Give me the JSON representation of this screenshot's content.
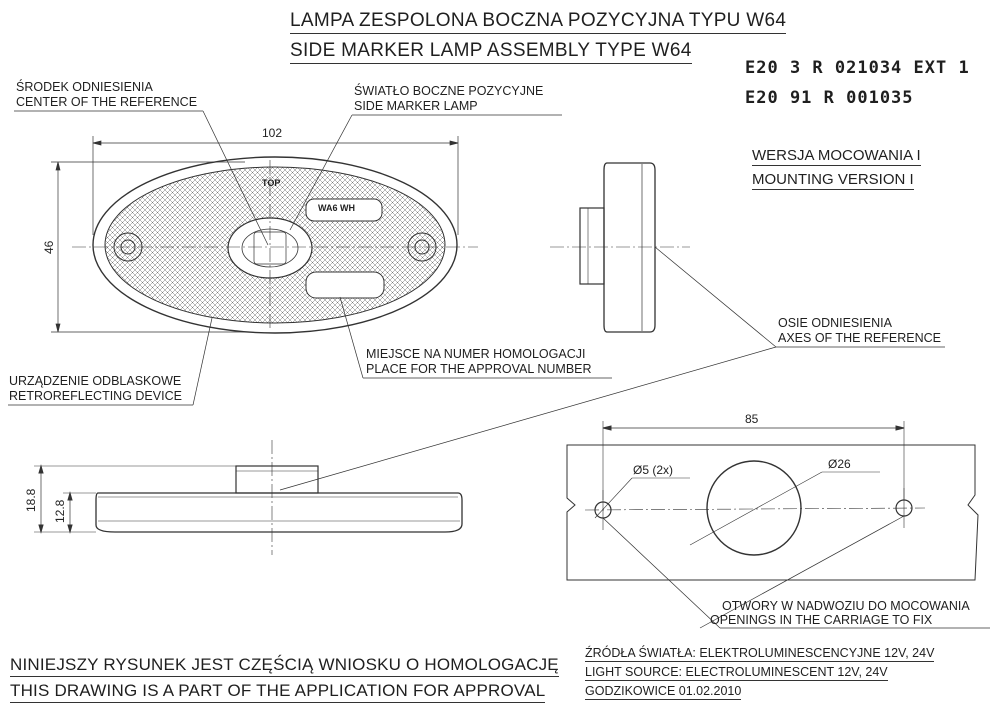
{
  "title": {
    "pl": "LAMPA ZESPOLONA BOCZNA POZYCYJNA TYPU W64",
    "en": "SIDE MARKER LAMP ASSEMBLY TYPE W64"
  },
  "approval_codes": [
    "E20  3 R   021034  EXT 1",
    "E20  91 R  001035"
  ],
  "mounting_version": {
    "pl": "WERSJA MOCOWANIA I",
    "en": "MOUNTING VERSION I"
  },
  "labels": {
    "center_reference": {
      "pl": "ŚRODEK ODNIESIENIA",
      "en": "CENTER OF THE REFERENCE"
    },
    "side_marker": {
      "pl": "ŚWIATŁO BOCZNE POZYCYJNE",
      "en": "SIDE MARKER LAMP"
    },
    "axes_reference": {
      "pl": "OSIE ODNIESIENIA",
      "en": "AXES OF THE REFERENCE"
    },
    "approval_place": {
      "pl": "MIEJSCE NA NUMER HOMOLOGACJI",
      "en": "PLACE FOR THE APPROVAL NUMBER"
    },
    "retroreflecting": {
      "pl": "URZĄDZENIE ODBLASKOWE",
      "en": "RETROREFLECTING DEVICE"
    },
    "openings": {
      "pl": "OTWORY W NADWOZIU DO MOCOWANIA",
      "en": "OPENINGS IN THE CARRIAGE TO FIX"
    }
  },
  "lamp_markings": {
    "top": "TOP",
    "code": "WA6 WH"
  },
  "dimensions": {
    "width": "102",
    "height": "46",
    "total_height": "18.8",
    "body_height": "12.8",
    "hole_spacing": "85",
    "hole_diameter": "Ø5 (2x)",
    "center_hole_diameter": "Ø26"
  },
  "light_source": {
    "pl": "ŹRÓDŁA ŚWIATŁA: ELEKTROLUMINESCENCYJNE  12V, 24V",
    "en": "LIGHT SOURCE: ELECTROLUMINESCENT  12V, 24V",
    "date": "GODZIKOWICE 01.02.2010"
  },
  "note": {
    "pl": "NINIEJSZY RYSUNEK JEST CZĘŚCIĄ WNIOSKU O  HOMOLOGACJĘ",
    "en": "THIS DRAWING IS A PART OF THE APPLICATION FOR  APPROVAL"
  }
}
